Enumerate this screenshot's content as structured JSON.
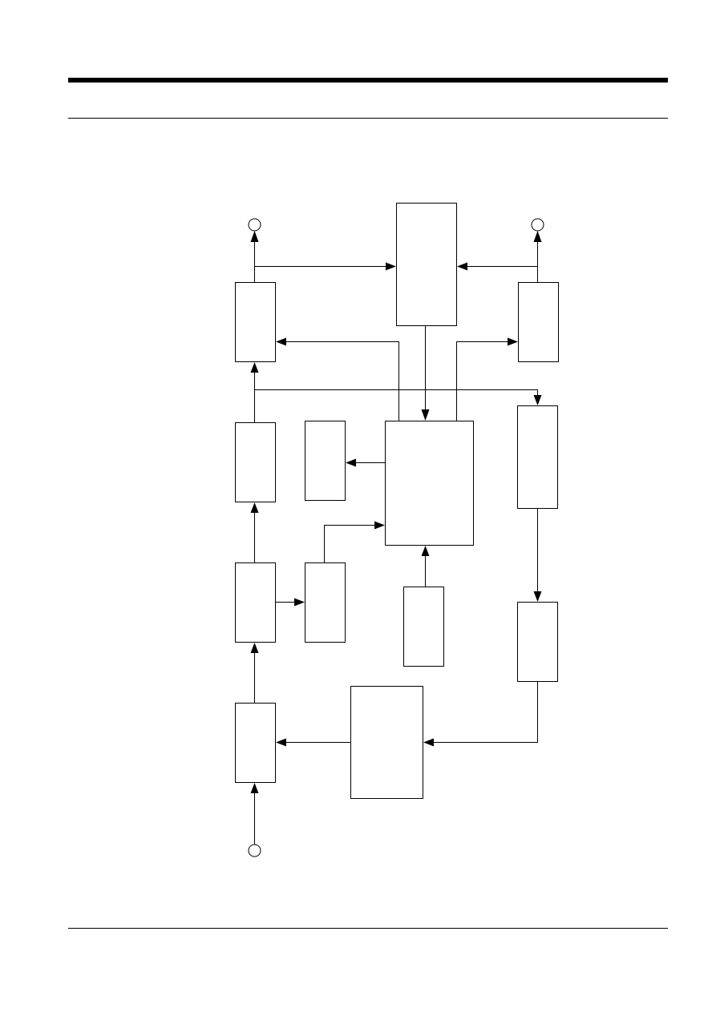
{
  "page": {
    "header_rule_color": "#000000",
    "footer_rule_color": "#000000"
  },
  "diagram": {
    "stroke_color": "#000000",
    "blocks": [
      {
        "id": "top-center-block",
        "label": ""
      },
      {
        "id": "left-upper-block",
        "label": ""
      },
      {
        "id": "right-upper-block",
        "label": ""
      },
      {
        "id": "left-mid-block",
        "label": ""
      },
      {
        "id": "small-mid-block",
        "label": ""
      },
      {
        "id": "central-block",
        "label": ""
      },
      {
        "id": "right-mid-block",
        "label": ""
      },
      {
        "id": "left-lower-block",
        "label": ""
      },
      {
        "id": "small-lower-block",
        "label": ""
      },
      {
        "id": "below-center-block",
        "label": ""
      },
      {
        "id": "right-lower-block",
        "label": ""
      },
      {
        "id": "left-bottom-block",
        "label": ""
      },
      {
        "id": "bottom-center-block",
        "label": ""
      }
    ],
    "terminals": [
      {
        "id": "top-left-terminal"
      },
      {
        "id": "top-right-terminal"
      },
      {
        "id": "bottom-terminal"
      }
    ]
  }
}
